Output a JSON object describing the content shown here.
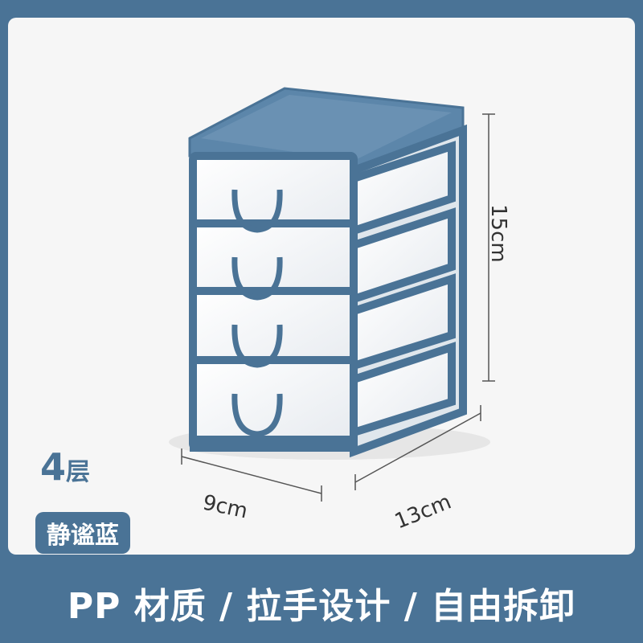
{
  "product": {
    "image_alt": "4-tier blue drawer organizer",
    "colors": {
      "frame": "#4a7396",
      "background": "#4a7396",
      "card": "#f6f6f6"
    }
  },
  "dimensions": {
    "height": "15cm",
    "width": "9cm",
    "depth": "13cm"
  },
  "tier": {
    "number": "4",
    "unit": "层"
  },
  "color_name": "静谧蓝",
  "banner_text": "PP 材质 / 拉手设计 / 自由拆卸"
}
